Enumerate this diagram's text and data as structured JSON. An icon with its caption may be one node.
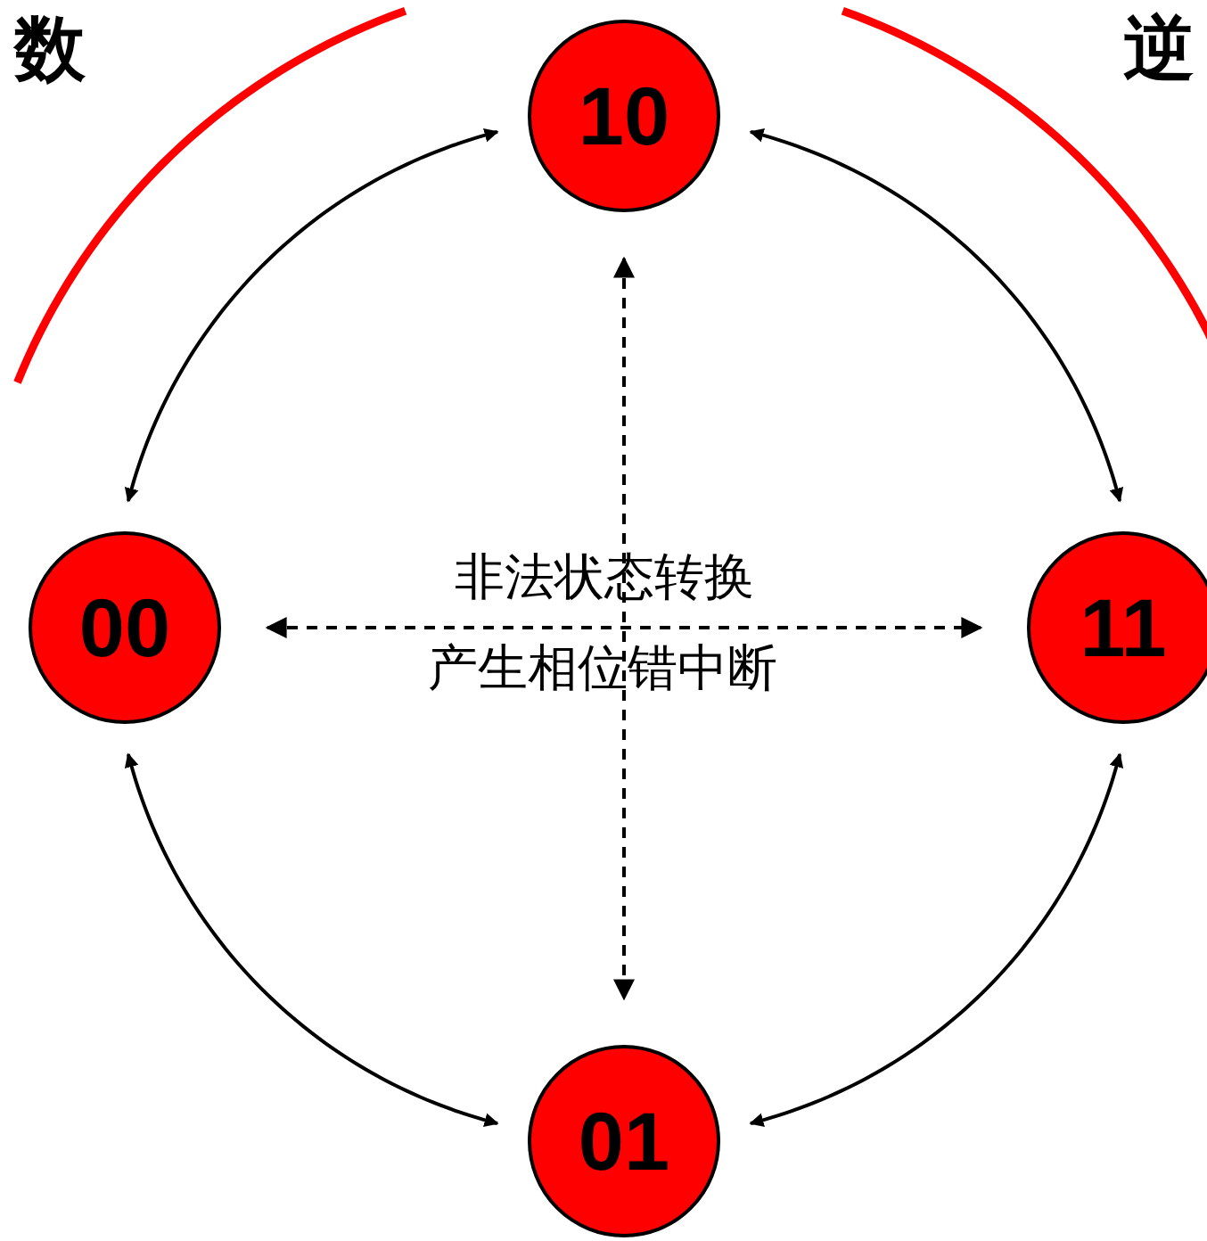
{
  "diagram": {
    "nodes": [
      {
        "text": [
          "10"
        ]
      },
      {
        "text": [
          "00"
        ]
      },
      {
        "text": [
          "11"
        ]
      },
      {
        "text": [
          "01"
        ]
      }
    ],
    "edges": [
      {
        "from": 1,
        "to": 0,
        "arrow": "both"
      },
      {
        "from": 0,
        "to": 2,
        "arrow": "both"
      },
      {
        "from": 2,
        "to": 3,
        "arrow": "both"
      },
      {
        "from": 3,
        "to": 1,
        "arrow": "both"
      },
      {
        "from": 0,
        "to": 3,
        "arrow": "both",
        "style": "dashed"
      },
      {
        "from": 1,
        "to": 2,
        "arrow": "both",
        "style": "dashed"
      }
    ],
    "labels": [
      "数",
      "逆",
      "非法状态转换",
      "产生相位错中断"
    ]
  }
}
